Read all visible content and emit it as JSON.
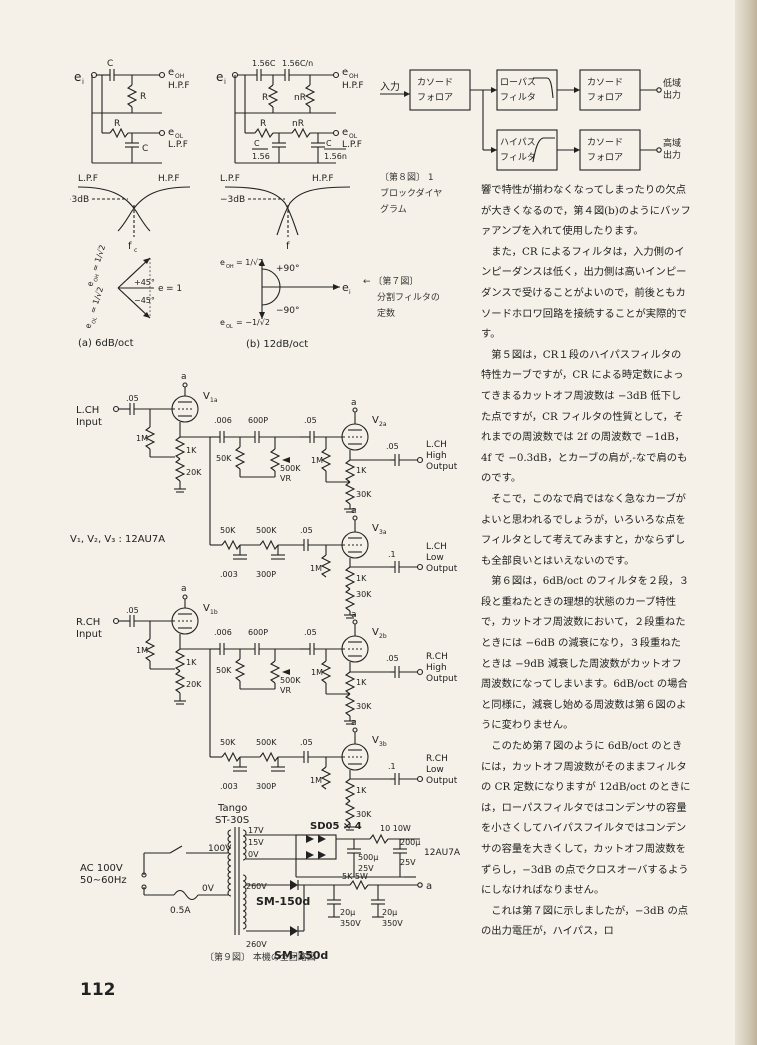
{
  "fig7": {
    "a_top": {
      "ei": "e",
      "ei_sub": "i",
      "c": "C",
      "r": "R",
      "r2": "R",
      "c2": "C",
      "eoh": "e",
      "eoh_sub": "OH",
      "hpf": "H.P.F",
      "eol": "e",
      "eol_sub": "OL",
      "lpf": "L.P.F"
    },
    "b_top": {
      "ei": "e",
      "ei_sub": "i",
      "c1": "1.56C",
      "c2": "1.56C/n",
      "r1": "R",
      "r2": "nR",
      "r3": "R",
      "r4": "nR",
      "c3": "C",
      "c3d": "1.56",
      "c4": "C",
      "c4d": "1.56n",
      "eoh": "e",
      "eoh_sub": "OH",
      "hpf": "H.P.F",
      "eol": "e",
      "eol_sub": "OL",
      "lpf": "L.P.F"
    },
    "a_curve": {
      "lpf": "L.P.F",
      "hpf": "H.P.F",
      "db": "−3dB",
      "fc": "f",
      "fc_sub": "c"
    },
    "b_curve": {
      "lpf": "L.P.F",
      "hpf": "H.P.F",
      "db": "−3dB",
      "f": "f"
    },
    "a_vector": {
      "eoh": "e",
      "eoh_sub": "OH",
      "eoh_val": "= 1/√2",
      "eol": "e",
      "eol_sub": "OL",
      "eol_val": "= 1/√2",
      "p45": "+45°",
      "m45": "−45°",
      "ei": "e",
      "ei_val": "= 1",
      "label": "(a)  6dB/oct"
    },
    "b_vector": {
      "eoh": "e",
      "eoh_sub": "OH",
      "eoh_val": "= 1/√2",
      "eol": "e",
      "eol_sub": "OL",
      "eol_val": "= −1/√2",
      "p90": "+90°",
      "m90": "−90°",
      "ei": "e",
      "ei_sub": "i",
      "label": "(b)  12dB/oct"
    },
    "caption_arrow": "←",
    "caption_1": "〔第７図〕",
    "caption_2": "分割フィルタの",
    "caption_3": "定数"
  },
  "fig8": {
    "input": "入力",
    "cf1": [
      "カソード",
      "フォロア"
    ],
    "lpf": [
      "ローパス",
      "フィルタ"
    ],
    "hpf": [
      "ハイパス",
      "フィルタ"
    ],
    "cf_low": [
      "カソード",
      "フォロア"
    ],
    "cf_high": [
      "カソード",
      "フォロア"
    ],
    "out_low": [
      "低域",
      "出力"
    ],
    "out_high": [
      "高域",
      "出力"
    ],
    "caption": [
      "〔第８図〕  1",
      "ブロックダイヤ",
      "グラム"
    ]
  },
  "fig9": {
    "tubes_label": "V₁, V₂, V₃ : 12AU7A",
    "lch": {
      "input": [
        "L.CH",
        "Input"
      ],
      "v1": "V",
      "v1_sub": "1a",
      "v2": "V",
      "v2_sub": "2a",
      "v3": "V",
      "v3_sub": "3a",
      "c_in": ".05",
      "r_grid": "1M",
      "r_k1": "1K",
      "r_k2": "20K",
      "c006": ".006",
      "c600": "600P",
      "r50k": "50K",
      "vr": "500K",
      "vr_label": "VR",
      "c05b": ".05",
      "r1m_b": "1M",
      "r1k_b": "1K",
      "r30k_b": "30K",
      "c05o": ".05",
      "out_high": [
        "L.CH",
        "High",
        "Output"
      ],
      "r50k2": "50K",
      "r500k2": "500K",
      "c05c": ".05",
      "c003": ".003",
      "c300": "300P",
      "r1m_c": "1M",
      "r1k_c": "1K",
      "r30k_c": "30K",
      "c1o": ".1",
      "out_low": [
        "L.CH",
        "Low",
        "Output"
      ],
      "plate": "a"
    },
    "rch": {
      "input": [
        "R.CH",
        "Input"
      ],
      "v1": "V",
      "v1_sub": "1b",
      "v2": "V",
      "v2_sub": "2b",
      "v3": "V",
      "v3_sub": "3b",
      "c_in": ".05",
      "r_grid": "1M",
      "r_k1": "1K",
      "r_k2": "20K",
      "c006": ".006",
      "c600": "600P",
      "r50k": "50K",
      "vr": "500K",
      "vr_label": "VR",
      "c05b": ".05",
      "r1m_b": "1M",
      "r1k_b": "1K",
      "r30k_b": "30K",
      "c05o": ".05",
      "out_high": [
        "R.CH",
        "High",
        "Output"
      ],
      "r50k2": "50K",
      "r500k2": "500K",
      "c05c": ".05",
      "c003": ".003",
      "c300": "300P",
      "r1m_c": "1M",
      "r1k_c": "1K",
      "r30k_c": "30K",
      "c1o": ".1",
      "out_low": [
        "R.CH",
        "Low",
        "Output"
      ],
      "plate": "a"
    },
    "power": {
      "transformer": [
        "Tango",
        "ST-30S"
      ],
      "rect1": "SD05 × 4",
      "r10": "10   10W",
      "taps": [
        "17V",
        "15V",
        "0V"
      ],
      "ac": [
        "AC 100V",
        "50∼60Hz"
      ],
      "v100": "100V",
      "v0": "0V",
      "fuse": "0.5A",
      "c500": [
        "500μ",
        "25V"
      ],
      "c200": [
        "200μ",
        "25V"
      ],
      "tube": "12AU7A",
      "r5k": "5K  5W",
      "plus_a": "a",
      "v260a": "260V",
      "v260b": "260V",
      "sm1": "SM-150d",
      "sm2": "SM-150d",
      "c20a": [
        "20μ",
        "350V"
      ],
      "c20b": [
        "20μ",
        "350V"
      ]
    },
    "caption": "〔第９図〕 本機の全回路図"
  },
  "body_paragraphs": [
    "響で特性が揃わなくなってしまったりの欠点が大きくなるので，第４図(b)のようにバッファアンプを入れて使用したります。",
    "また，CR によるフィルタは，入力側のインピーダンスは低く，出力側は高いインピーダンスで受けることがよいので，前後ともカソードホロワ回路を接続することが実際的です。",
    "第５図は，CR１段のハイパスフィルタの特性カーブですが，CR による時定数によってきまるカットオフ周波数は −3dB 低下した点ですが，CR フィルタの性質として，それまでの周波数では 2f の周波数で −1dB，4f で −0.3dB，とカーブの肩が,-なで肩のものです。",
    "そこで，このなで肩ではなく急なカーブがよいと思われるでしょうが，いろいろな点をフィルタとして考えてみますと，かならずしも全部良いとはいえないのです。",
    "第６図は，6dB/oct のフィルタを２段，３段と重ねたときの理想的状態のカーブ特性で，カットオフ周波数において，２段重ねたときには −6dB の減衰になり，３段重ねたときは −9dB 減衰した周波数がカットオフ周波数になってしまいます。6dB/oct の場合と同様に，減衰し始める周波数は第６図のように変わりません。",
    "このため第７図のように 6dB/oct のときには，カットオフ周波数がそのままフィルタの CR 定数になりますが 12dB/oct のときには，ローパスフィルタではコンデンサの容量を小さくしてハイパスフイルタではコンデンサの容量を大きくして，カットオフ周波数をずらし，−3dB の点でクロスオーバするようにしなければなりません。",
    "これは第７図に示しましたが，−3dB の点の出力電圧が，ハイパス，ロ"
  ],
  "page_number": "112"
}
